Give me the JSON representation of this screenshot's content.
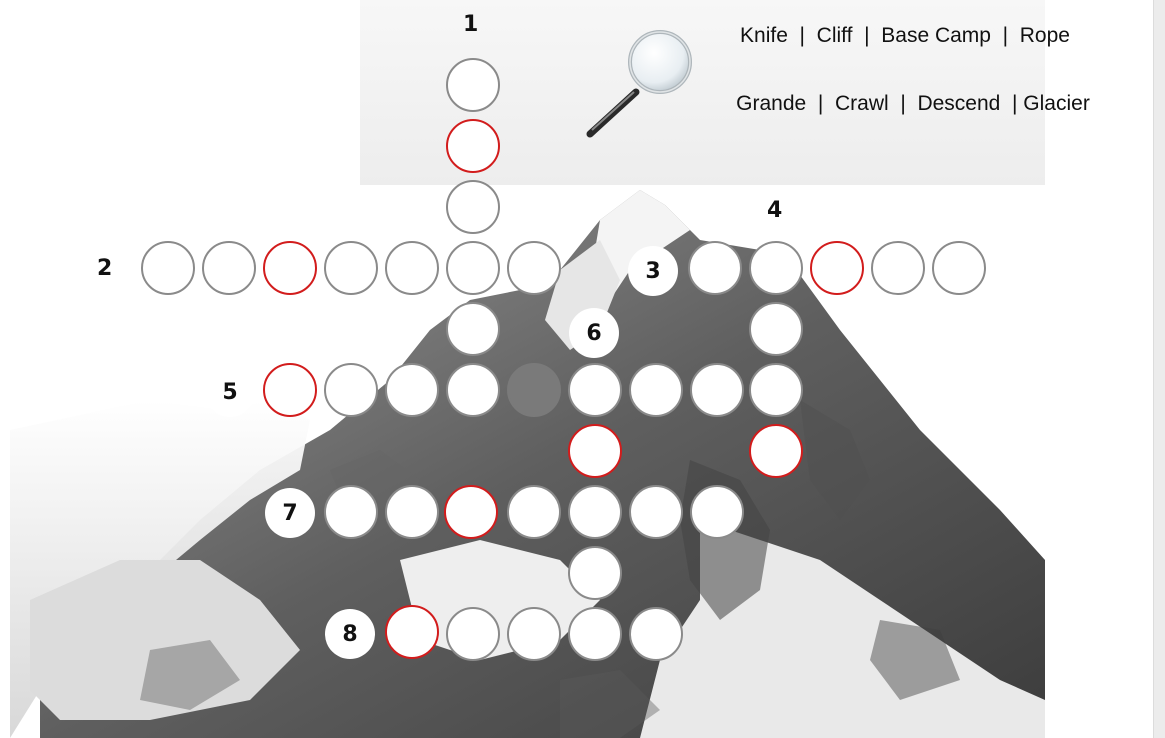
{
  "puzzle": {
    "word_bank": {
      "row_1": "Knife  |  Cliff  |  Base Camp  |  Rope",
      "row_2": "Grande  |  Crawl  |  Descend  | Glacier"
    },
    "clue_numbers": {
      "n1": "1",
      "n2": "2",
      "n3": "3",
      "n4": "4",
      "n5": "5",
      "n6": "6",
      "n7": "7",
      "n8": "8"
    },
    "icons": {
      "magnifier": "magnifying-glass-icon",
      "background": "snowy-mountain-image"
    },
    "colors": {
      "highlight": "#d21c1c",
      "cell_border": "#8a8a8a",
      "shaded_cell": "#7a7a7a"
    }
  }
}
